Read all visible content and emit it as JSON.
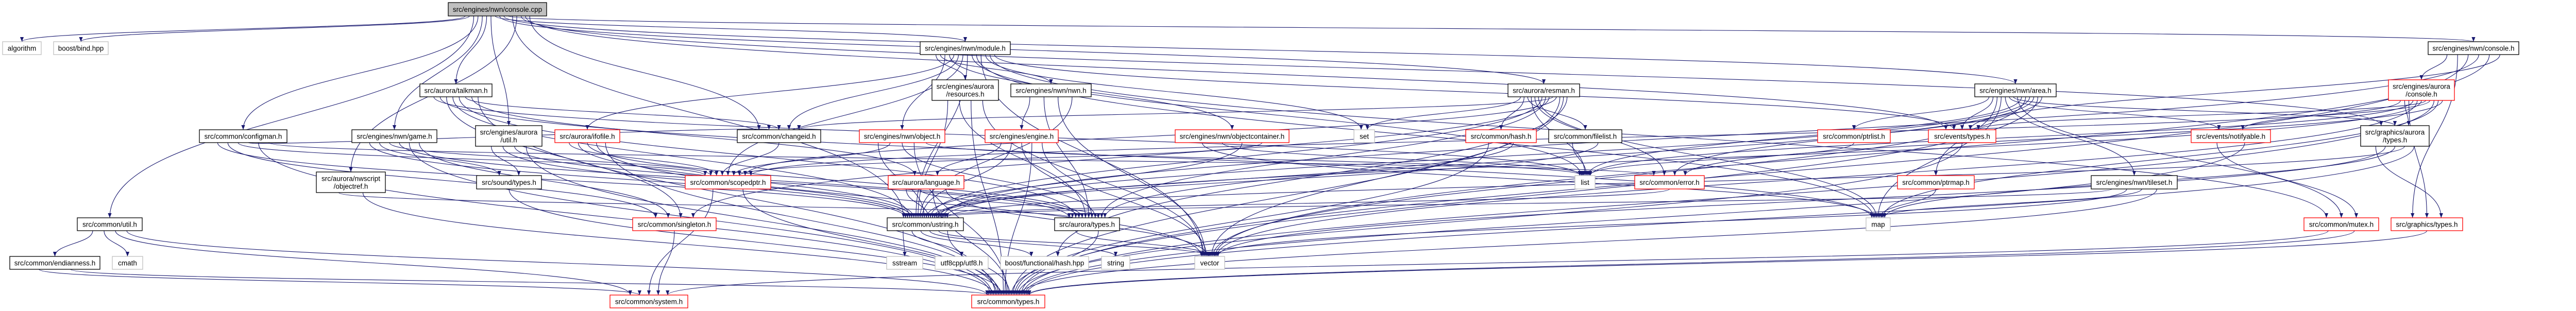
{
  "title": "src/engines/nwn/console.cpp",
  "colors": {
    "edge": "#191970",
    "root_fill": "#bfbfbf",
    "truncated_border": "#ff0000",
    "external_border": "#bfbfbf",
    "normal_border": "#000000"
  },
  "nodes": [
    {
      "id": "cpp",
      "lines": [
        "src/engines/nwn/console.cpp"
      ],
      "kind": "root"
    },
    {
      "id": "algorithm",
      "lines": [
        "algorithm"
      ],
      "kind": "external"
    },
    {
      "id": "bind",
      "lines": [
        "boost/bind.hpp"
      ],
      "kind": "external"
    },
    {
      "id": "configman",
      "lines": [
        "src/common/configman.h"
      ],
      "kind": "normal"
    },
    {
      "id": "game",
      "lines": [
        "src/engines/nwn/game.h"
      ],
      "kind": "normal"
    },
    {
      "id": "objectref",
      "lines": [
        "src/aurora/nwscript",
        "/objectref.h"
      ],
      "kind": "normal"
    },
    {
      "id": "cutil",
      "lines": [
        "src/common/util.h"
      ],
      "kind": "normal"
    },
    {
      "id": "endian",
      "lines": [
        "src/common/endianness.h"
      ],
      "kind": "normal"
    },
    {
      "id": "cmath",
      "lines": [
        "cmath"
      ],
      "kind": "external"
    },
    {
      "id": "talkman",
      "lines": [
        "src/aurora/talkman.h"
      ],
      "kind": "normal"
    },
    {
      "id": "eautil",
      "lines": [
        "src/engines/aurora",
        "/util.h"
      ],
      "kind": "normal"
    },
    {
      "id": "ifofile",
      "lines": [
        "src/aurora/ifofile.h"
      ],
      "kind": "truncated"
    },
    {
      "id": "changeid",
      "lines": [
        "src/common/changeid.h"
      ],
      "kind": "normal"
    },
    {
      "id": "object",
      "lines": [
        "src/engines/nwn/object.h"
      ],
      "kind": "truncated"
    },
    {
      "id": "soundtypes",
      "lines": [
        "src/sound/types.h"
      ],
      "kind": "normal"
    },
    {
      "id": "scopedptr",
      "lines": [
        "src/common/scopedptr.h"
      ],
      "kind": "truncated"
    },
    {
      "id": "singleton",
      "lines": [
        "src/common/singleton.h"
      ],
      "kind": "truncated"
    },
    {
      "id": "system",
      "lines": [
        "src/common/system.h"
      ],
      "kind": "truncated"
    },
    {
      "id": "module",
      "lines": [
        "src/engines/nwn/module.h"
      ],
      "kind": "normal"
    },
    {
      "id": "resources",
      "lines": [
        "src/engines/aurora",
        "/resources.h"
      ],
      "kind": "normal"
    },
    {
      "id": "nwn",
      "lines": [
        "src/engines/nwn/nwn.h"
      ],
      "kind": "normal"
    },
    {
      "id": "engine",
      "lines": [
        "src/engines/engine.h"
      ],
      "kind": "truncated"
    },
    {
      "id": "objcont",
      "lines": [
        "src/engines/nwn/objectcontainer.h"
      ],
      "kind": "truncated"
    },
    {
      "id": "language",
      "lines": [
        "src/aurora/language.h"
      ],
      "kind": "truncated"
    },
    {
      "id": "ustring",
      "lines": [
        "src/common/ustring.h"
      ],
      "kind": "normal"
    },
    {
      "id": "atypes",
      "lines": [
        "src/aurora/types.h"
      ],
      "kind": "normal"
    },
    {
      "id": "sstream",
      "lines": [
        "sstream"
      ],
      "kind": "external"
    },
    {
      "id": "utf8",
      "lines": [
        "utf8cpp/utf8.h"
      ],
      "kind": "external"
    },
    {
      "id": "bhash",
      "lines": [
        "boost/functional/hash.hpp"
      ],
      "kind": "external"
    },
    {
      "id": "string",
      "lines": [
        "string"
      ],
      "kind": "external"
    },
    {
      "id": "vector",
      "lines": [
        "vector"
      ],
      "kind": "external"
    },
    {
      "id": "ctypes",
      "lines": [
        "src/common/types.h"
      ],
      "kind": "truncated"
    },
    {
      "id": "resman",
      "lines": [
        "src/aurora/resman.h"
      ],
      "kind": "normal"
    },
    {
      "id": "set",
      "lines": [
        "set"
      ],
      "kind": "external"
    },
    {
      "id": "hash",
      "lines": [
        "src/common/hash.h"
      ],
      "kind": "truncated"
    },
    {
      "id": "filelist",
      "lines": [
        "src/common/filelist.h"
      ],
      "kind": "normal"
    },
    {
      "id": "list",
      "lines": [
        "list"
      ],
      "kind": "external"
    },
    {
      "id": "error",
      "lines": [
        "src/common/error.h"
      ],
      "kind": "truncated"
    },
    {
      "id": "area",
      "lines": [
        "src/engines/nwn/area.h"
      ],
      "kind": "normal"
    },
    {
      "id": "ptrlist",
      "lines": [
        "src/common/ptrlist.h"
      ],
      "kind": "truncated"
    },
    {
      "id": "evtypes",
      "lines": [
        "src/events/types.h"
      ],
      "kind": "truncated"
    },
    {
      "id": "ptrmap",
      "lines": [
        "src/common/ptrmap.h"
      ],
      "kind": "truncated"
    },
    {
      "id": "map",
      "lines": [
        "map"
      ],
      "kind": "external"
    },
    {
      "id": "tileset",
      "lines": [
        "src/engines/nwn/tileset.h"
      ],
      "kind": "normal"
    },
    {
      "id": "console",
      "lines": [
        "src/engines/nwn/console.h"
      ],
      "kind": "normal"
    },
    {
      "id": "aconsole",
      "lines": [
        "src/engines/aurora",
        "/console.h"
      ],
      "kind": "truncated"
    },
    {
      "id": "notifyable",
      "lines": [
        "src/events/notifyable.h"
      ],
      "kind": "truncated"
    },
    {
      "id": "gatypes",
      "lines": [
        "src/graphics/aurora",
        "/types.h"
      ],
      "kind": "normal"
    },
    {
      "id": "mutex",
      "lines": [
        "src/common/mutex.h"
      ],
      "kind": "truncated"
    },
    {
      "id": "gtypes",
      "lines": [
        "src/graphics/types.h"
      ],
      "kind": "truncated"
    }
  ],
  "edges": [
    [
      "cpp",
      "algorithm"
    ],
    [
      "cpp",
      "bind"
    ],
    [
      "cpp",
      "cutil"
    ],
    [
      "cpp",
      "configman"
    ],
    [
      "cpp",
      "game"
    ],
    [
      "cpp",
      "talkman"
    ],
    [
      "cpp",
      "eautil"
    ],
    [
      "cpp",
      "module"
    ],
    [
      "cpp",
      "resman"
    ],
    [
      "cpp",
      "area"
    ],
    [
      "cpp",
      "console"
    ],
    [
      "cpp",
      "ustring"
    ],
    [
      "cpp",
      "objectref"
    ],
    [
      "cpp",
      "gatypes"
    ],
    [
      "cpp",
      "evtypes"
    ],
    [
      "cpp",
      "changeid"
    ],
    [
      "cutil",
      "endian"
    ],
    [
      "cutil",
      "cmath"
    ],
    [
      "cutil",
      "system"
    ],
    [
      "cutil",
      "ctypes"
    ],
    [
      "endian",
      "system"
    ],
    [
      "endian",
      "ctypes"
    ],
    [
      "configman",
      "ustring"
    ],
    [
      "configman",
      "singleton"
    ],
    [
      "configman",
      "scopedptr"
    ],
    [
      "configman",
      "changeid"
    ],
    [
      "configman",
      "ctypes"
    ],
    [
      "configman",
      "error"
    ],
    [
      "game",
      "ustring"
    ],
    [
      "game",
      "soundtypes"
    ],
    [
      "game",
      "scopedptr"
    ],
    [
      "game",
      "atypes"
    ],
    [
      "game",
      "ctypes"
    ],
    [
      "game",
      "singleton"
    ],
    [
      "objectref",
      "atypes"
    ],
    [
      "objectref",
      "ctypes"
    ],
    [
      "talkman",
      "list"
    ],
    [
      "talkman",
      "map"
    ],
    [
      "talkman",
      "singleton"
    ],
    [
      "talkman",
      "ustring"
    ],
    [
      "talkman",
      "atypes"
    ],
    [
      "talkman",
      "changeid"
    ],
    [
      "talkman",
      "language"
    ],
    [
      "talkman",
      "ctypes"
    ],
    [
      "eautil",
      "soundtypes"
    ],
    [
      "eautil",
      "ustring"
    ],
    [
      "eautil",
      "atypes"
    ],
    [
      "eautil",
      "ctypes"
    ],
    [
      "ifofile",
      "scopedptr"
    ],
    [
      "ifofile",
      "ustring"
    ],
    [
      "ifofile",
      "atypes"
    ],
    [
      "ifofile",
      "vector"
    ],
    [
      "ifofile",
      "ctypes"
    ],
    [
      "changeid",
      "scopedptr"
    ],
    [
      "scopedptr",
      "system"
    ],
    [
      "scopedptr",
      "ctypes"
    ],
    [
      "singleton",
      "system"
    ],
    [
      "soundtypes",
      "ctypes"
    ],
    [
      "module",
      "resources"
    ],
    [
      "module",
      "nwn"
    ],
    [
      "module",
      "object"
    ],
    [
      "module",
      "objcont"
    ],
    [
      "module",
      "ifofile"
    ],
    [
      "module",
      "changeid"
    ],
    [
      "module",
      "scopedptr"
    ],
    [
      "module",
      "ustring"
    ],
    [
      "module",
      "list"
    ],
    [
      "module",
      "map"
    ],
    [
      "module",
      "vector"
    ],
    [
      "module",
      "set"
    ],
    [
      "module",
      "mutex"
    ],
    [
      "module",
      "evtypes"
    ],
    [
      "resources",
      "ustring"
    ],
    [
      "resources",
      "atypes"
    ],
    [
      "resources",
      "ctypes"
    ],
    [
      "resources",
      "vector"
    ],
    [
      "nwn",
      "engine"
    ],
    [
      "nwn",
      "atypes"
    ],
    [
      "nwn",
      "vector"
    ],
    [
      "nwn",
      "ustring"
    ],
    [
      "engine",
      "language"
    ],
    [
      "engine",
      "ustring"
    ],
    [
      "engine",
      "atypes"
    ],
    [
      "engine",
      "ctypes"
    ],
    [
      "engine",
      "vector"
    ],
    [
      "object",
      "ustring"
    ],
    [
      "object",
      "scopedptr"
    ],
    [
      "object",
      "atypes"
    ],
    [
      "object",
      "ctypes"
    ],
    [
      "object",
      "list"
    ],
    [
      "objcont",
      "map"
    ],
    [
      "objcont",
      "list"
    ],
    [
      "objcont",
      "ustring"
    ],
    [
      "objcont",
      "scopedptr"
    ],
    [
      "language",
      "ustring"
    ],
    [
      "language",
      "atypes"
    ],
    [
      "language",
      "ctypes"
    ],
    [
      "language",
      "vector"
    ],
    [
      "ustring",
      "sstream"
    ],
    [
      "ustring",
      "utf8"
    ],
    [
      "ustring",
      "bhash"
    ],
    [
      "ustring",
      "string"
    ],
    [
      "ustring",
      "vector"
    ],
    [
      "ustring",
      "ctypes"
    ],
    [
      "atypes",
      "vector"
    ],
    [
      "atypes",
      "ctypes"
    ],
    [
      "resman",
      "set"
    ],
    [
      "resman",
      "hash"
    ],
    [
      "resman",
      "filelist"
    ],
    [
      "resman",
      "list"
    ],
    [
      "resman",
      "error"
    ],
    [
      "resman",
      "map"
    ],
    [
      "resman",
      "ustring"
    ],
    [
      "resman",
      "atypes"
    ],
    [
      "resman",
      "singleton"
    ],
    [
      "resman",
      "changeid"
    ],
    [
      "resman",
      "scopedptr"
    ],
    [
      "resman",
      "ctypes"
    ],
    [
      "resman",
      "vector"
    ],
    [
      "resman",
      "bhash"
    ],
    [
      "hash",
      "ctypes"
    ],
    [
      "hash",
      "ustring"
    ],
    [
      "filelist",
      "list"
    ],
    [
      "filelist",
      "ustring"
    ],
    [
      "error",
      "ustring"
    ],
    [
      "area",
      "ptrlist"
    ],
    [
      "area",
      "evtypes"
    ],
    [
      "area",
      "ptrmap"
    ],
    [
      "area",
      "map"
    ],
    [
      "area",
      "tileset"
    ],
    [
      "area",
      "notifyable"
    ],
    [
      "area",
      "gatypes"
    ],
    [
      "area",
      "mutex"
    ],
    [
      "area",
      "list"
    ],
    [
      "area",
      "vector"
    ],
    [
      "area",
      "ustring"
    ],
    [
      "area",
      "atypes"
    ],
    [
      "area",
      "ctypes"
    ],
    [
      "area",
      "error"
    ],
    [
      "ptrlist",
      "list"
    ],
    [
      "ptrmap",
      "map"
    ],
    [
      "evtypes",
      "ctypes"
    ],
    [
      "tileset",
      "ustring"
    ],
    [
      "tileset",
      "vector"
    ],
    [
      "tileset",
      "map"
    ],
    [
      "tileset",
      "ctypes"
    ],
    [
      "console",
      "aconsole"
    ],
    [
      "console",
      "gtypes"
    ],
    [
      "console",
      "ctypes"
    ],
    [
      "console",
      "ustring"
    ],
    [
      "console",
      "vector"
    ],
    [
      "console",
      "evtypes"
    ],
    [
      "aconsole",
      "notifyable"
    ],
    [
      "aconsole",
      "gatypes"
    ],
    [
      "aconsole",
      "gtypes"
    ],
    [
      "aconsole",
      "list"
    ],
    [
      "aconsole",
      "vector"
    ],
    [
      "aconsole",
      "ustring"
    ],
    [
      "aconsole",
      "evtypes"
    ],
    [
      "aconsole",
      "scopedptr"
    ],
    [
      "aconsole",
      "ctypes"
    ],
    [
      "aconsole",
      "map"
    ],
    [
      "aconsole",
      "error"
    ],
    [
      "notifyable",
      "mutex"
    ],
    [
      "notifyable",
      "ctypes"
    ],
    [
      "gatypes",
      "gtypes"
    ],
    [
      "gatypes",
      "vector"
    ],
    [
      "gatypes",
      "map"
    ],
    [
      "gatypes",
      "ustring"
    ],
    [
      "gatypes",
      "ctypes"
    ],
    [
      "mutex",
      "system"
    ],
    [
      "mutex",
      "ctypes"
    ],
    [
      "gtypes",
      "ctypes"
    ]
  ]
}
